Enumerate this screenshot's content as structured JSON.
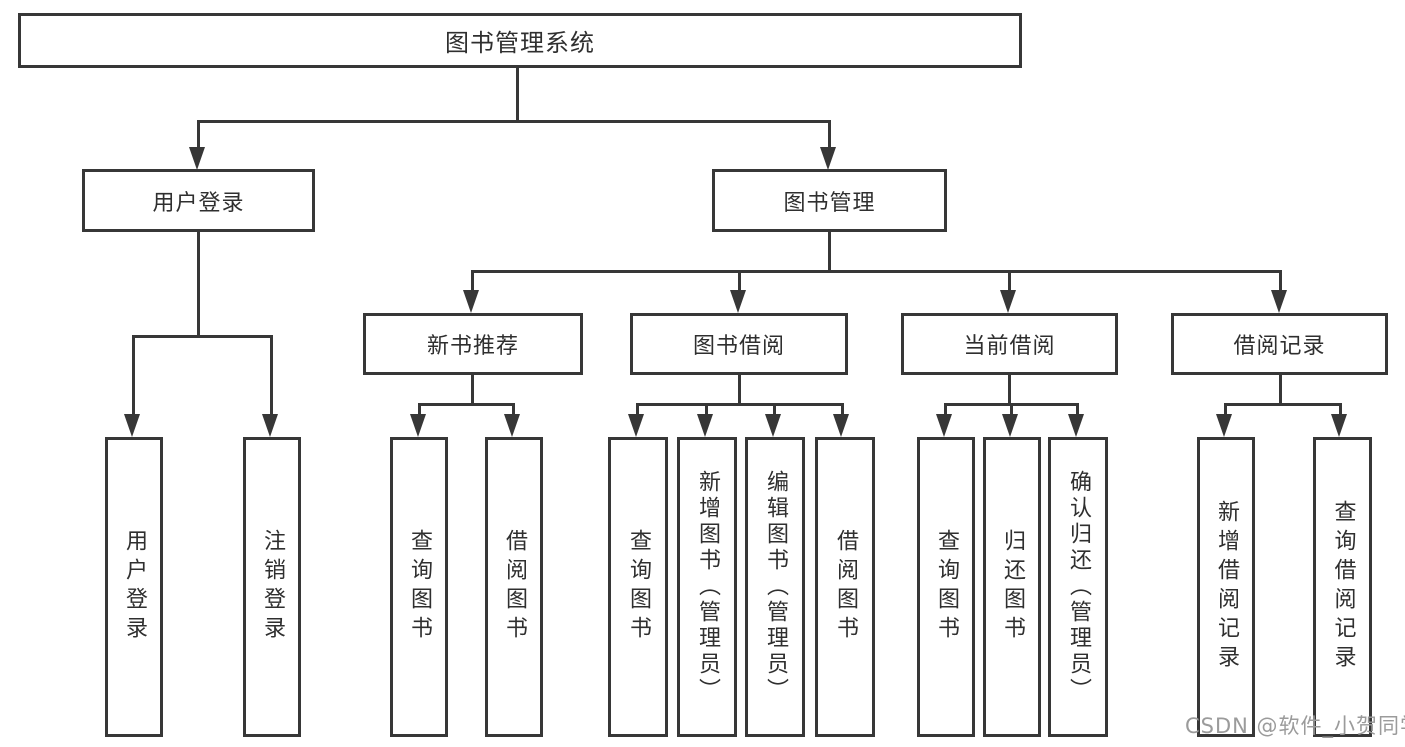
{
  "tree": {
    "label": "图书管理系统",
    "children": [
      {
        "label": "用户登录",
        "children": [
          {
            "label": "用户登录"
          },
          {
            "label": "注销登录"
          }
        ]
      },
      {
        "label": "图书管理",
        "children": [
          {
            "label": "新书推荐",
            "children": [
              {
                "label": "查询图书"
              },
              {
                "label": "借阅图书"
              }
            ]
          },
          {
            "label": "图书借阅",
            "children": [
              {
                "label": "查询图书"
              },
              {
                "label": "新增图书（管理员）"
              },
              {
                "label": "编辑图书（管理员）"
              },
              {
                "label": "借阅图书"
              }
            ]
          },
          {
            "label": "当前借阅",
            "children": [
              {
                "label": "查询图书"
              },
              {
                "label": "归还图书"
              },
              {
                "label": "确认归还（管理员）"
              }
            ]
          },
          {
            "label": "借阅记录",
            "children": [
              {
                "label": "新增借阅记录"
              },
              {
                "label": "查询借阅记录"
              }
            ]
          }
        ]
      }
    ]
  },
  "watermark": {
    "text": "CSDN @软件_小贺同学"
  },
  "colors": {
    "line": "#373737",
    "background": "#ffffff",
    "watermark": "#9b9b9b"
  }
}
